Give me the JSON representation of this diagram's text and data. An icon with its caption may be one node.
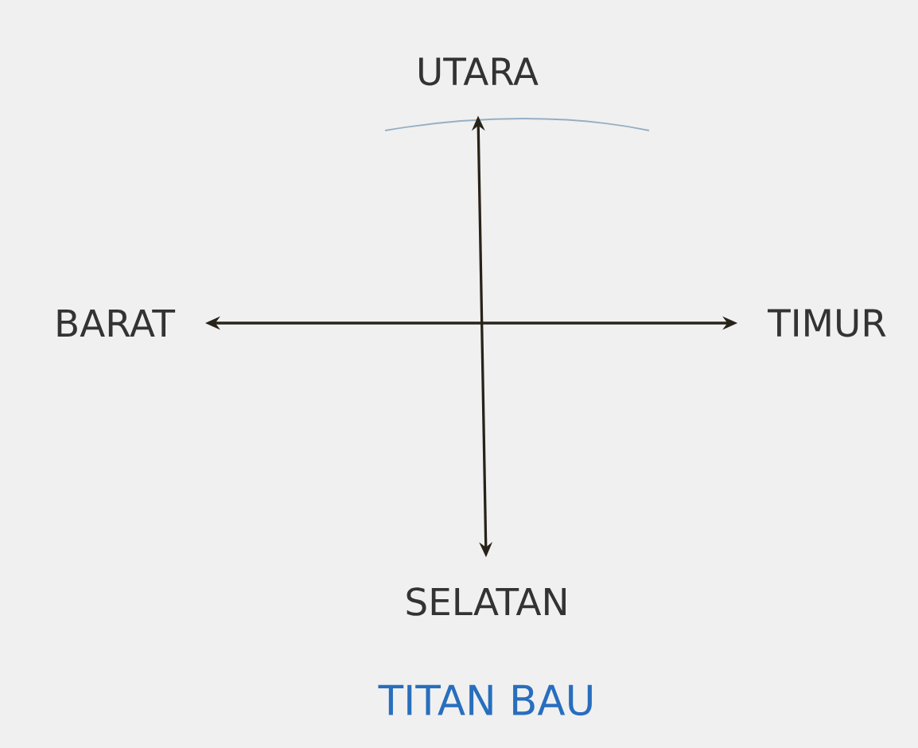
{
  "diagram": {
    "caption": "TITAN BAU",
    "nodes": [
      {
        "text": [
          "UTARA"
        ]
      },
      {
        "text": [
          "TIMUR"
        ]
      },
      {
        "text": [
          "SELATAN"
        ]
      },
      {
        "text": [
          "BARAT"
        ]
      }
    ],
    "edges": [
      {
        "from": 0,
        "to": 2,
        "arrow": "both"
      },
      {
        "from": 3,
        "to": 1,
        "arrow": "both"
      }
    ]
  }
}
